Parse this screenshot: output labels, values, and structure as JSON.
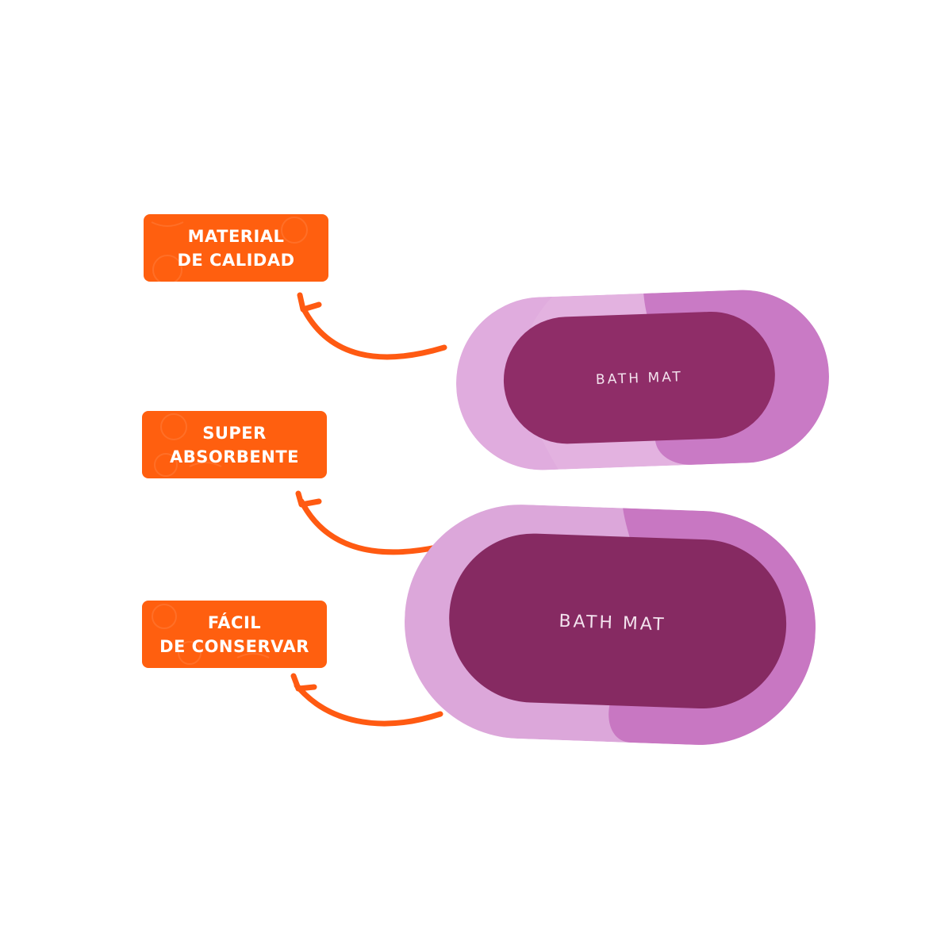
{
  "colors": {
    "badge": "#ff5f0f",
    "arrow": "#ff5a12",
    "mat_outer_light": "#e0a9de",
    "mat_outer_accent": "#c978c3",
    "mat_inner": "#8e2c67",
    "mat_text": "#f3e3ee",
    "background": "#ffffff"
  },
  "features": [
    {
      "line1": "MATERIAL",
      "line2": "DE CALIDAD"
    },
    {
      "line1": "SUPER",
      "line2": "ABSORBENTE"
    },
    {
      "line1": "FÁCIL",
      "line2": "DE CONSERVAR"
    }
  ],
  "mats": [
    {
      "label": "BATH MAT"
    },
    {
      "label": "BATH MAT"
    }
  ],
  "icons": {
    "arrow": "curved-arrow-icon"
  }
}
